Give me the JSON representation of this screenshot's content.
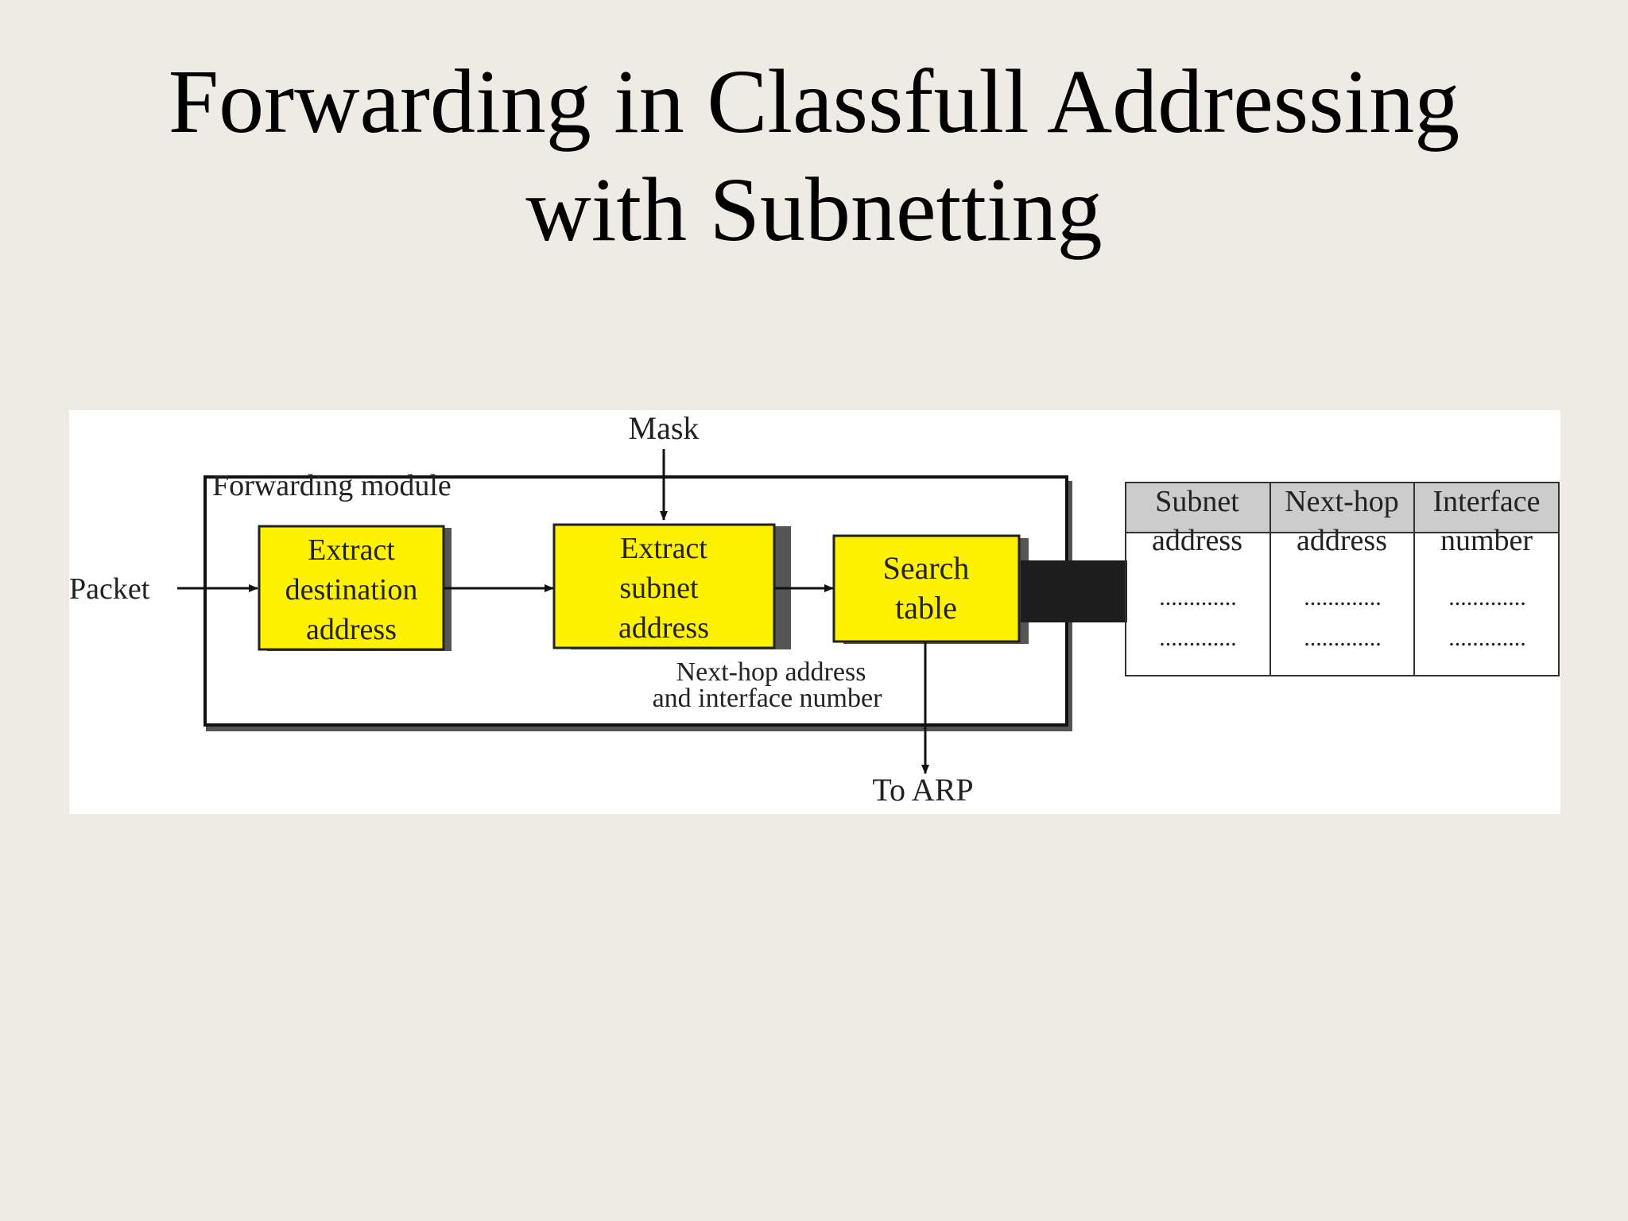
{
  "title": {
    "line1": "Forwarding in Classfull Addressing",
    "line2": "with Subnetting"
  },
  "diagram": {
    "mask_label": "Mask",
    "module_label": "Forwarding module",
    "packet_label": "Packet",
    "box1": {
      "lines": [
        "Extract",
        "destination",
        "address"
      ]
    },
    "box2": {
      "lines": [
        "Extract",
        "subnet",
        "address"
      ]
    },
    "box3": {
      "lines": [
        "Search",
        "table"
      ]
    },
    "output_note": {
      "lines": [
        "Next-hop address",
        "and interface number"
      ]
    },
    "arp_label": "To ARP",
    "table": {
      "headers": [
        {
          "line1": "Subnet",
          "line2": "address"
        },
        {
          "line1": "Next-hop",
          "line2": "address"
        },
        {
          "line1": "Interface",
          "line2": "number"
        }
      ],
      "rows": [
        [
          ".............",
          ".............",
          "............."
        ],
        [
          ".............",
          ".............",
          "............."
        ]
      ]
    }
  }
}
